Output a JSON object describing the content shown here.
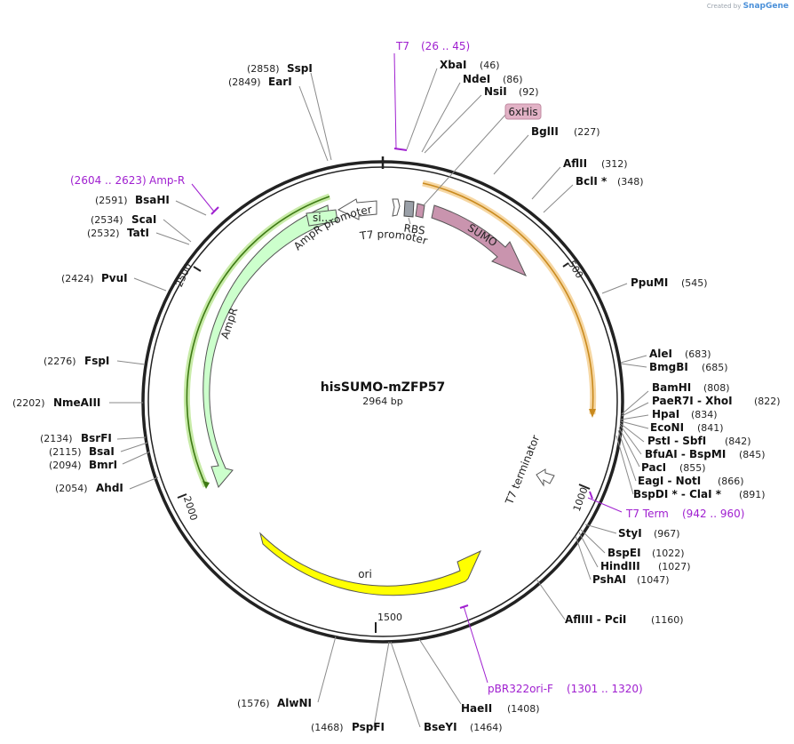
{
  "brand": {
    "created_by": "Created by",
    "name": "SnapGene"
  },
  "plasmid": {
    "name": "hisSUMO-mZFP57",
    "length_label": "2964 bp",
    "length": 2964
  },
  "ticks": [
    "500",
    "1000",
    "1500",
    "2000",
    "2500"
  ],
  "enzymes": [
    {
      "name": "SspI",
      "pos": "(2858)"
    },
    {
      "name": "EarI",
      "pos": "(2849)"
    },
    {
      "name": "XbaI",
      "pos": "(46)"
    },
    {
      "name": "NdeI",
      "pos": "(86)"
    },
    {
      "name": "NsiI",
      "pos": "(92)"
    },
    {
      "name": "BglII",
      "pos": "(227)"
    },
    {
      "name": "AflII",
      "pos": "(312)"
    },
    {
      "name": "BclI *",
      "pos": "(348)"
    },
    {
      "name": "PpuMI",
      "pos": "(545)"
    },
    {
      "name": "AleI",
      "pos": "(683)"
    },
    {
      "name": "BmgBI",
      "pos": "(685)"
    },
    {
      "name": "BamHI",
      "pos": "(808)"
    },
    {
      "name": "PaeR7I - XhoI",
      "pos": "(822)"
    },
    {
      "name": "HpaI",
      "pos": "(834)"
    },
    {
      "name": "EcoNI",
      "pos": "(841)"
    },
    {
      "name": "PstI - SbfI",
      "pos": "(842)"
    },
    {
      "name": "BfuAI - BspMI",
      "pos": "(845)"
    },
    {
      "name": "PacI",
      "pos": "(855)"
    },
    {
      "name": "EagI - NotI",
      "pos": "(866)"
    },
    {
      "name": "BspDI * - ClaI *",
      "pos": "(891)"
    },
    {
      "name": "StyI",
      "pos": "(967)"
    },
    {
      "name": "BspEI",
      "pos": "(1022)"
    },
    {
      "name": "HindIII",
      "pos": "(1027)"
    },
    {
      "name": "PshAI",
      "pos": "(1047)"
    },
    {
      "name": "AflIII - PciI",
      "pos": "(1160)"
    },
    {
      "name": "HaeII",
      "pos": "(1408)"
    },
    {
      "name": "BseYI",
      "pos": "(1464)"
    },
    {
      "name": "PspFI",
      "pos": "(1468)"
    },
    {
      "name": "AlwNI",
      "pos": "(1576)"
    },
    {
      "name": "AhdI",
      "pos": "(2054)"
    },
    {
      "name": "BmrI",
      "pos": "(2094)"
    },
    {
      "name": "BsaI",
      "pos": "(2115)"
    },
    {
      "name": "BsrFI",
      "pos": "(2134)"
    },
    {
      "name": "NmeAIII",
      "pos": "(2202)"
    },
    {
      "name": "FspI",
      "pos": "(2276)"
    },
    {
      "name": "PvuI",
      "pos": "(2424)"
    },
    {
      "name": "TatI",
      "pos": "(2532)"
    },
    {
      "name": "ScaI",
      "pos": "(2534)"
    },
    {
      "name": "BsaHI",
      "pos": "(2591)"
    }
  ],
  "primers": [
    {
      "name": "T7",
      "range": "(26 .. 45)"
    },
    {
      "name": "T7 Term",
      "range": "(942 .. 960)"
    },
    {
      "name": "pBR322ori-F",
      "range": "(1301 .. 1320)"
    },
    {
      "name": "Amp-R",
      "range": "(2604 .. 2623)"
    }
  ],
  "features": {
    "his_tag": "6xHis",
    "sumo": "SUMO",
    "ori": "ori",
    "ampr": "AmpR",
    "ampr_promoter": "AmpR promoter",
    "t7_promoter": "T7 promoter",
    "rbs": "RBS",
    "signal": "si...",
    "t7_terminator": "T7 terminator"
  },
  "colors": {
    "backbone": "#222222",
    "sumo": "#c994ae",
    "his_tag": "#e2b2c6",
    "ori": "#ffff00",
    "ampr": "#ccffcc",
    "orf_orange": "#e8a33d",
    "orf_green": "#6aaa2a",
    "primer": "#a020d0",
    "rbs": "#9aa0a8"
  }
}
